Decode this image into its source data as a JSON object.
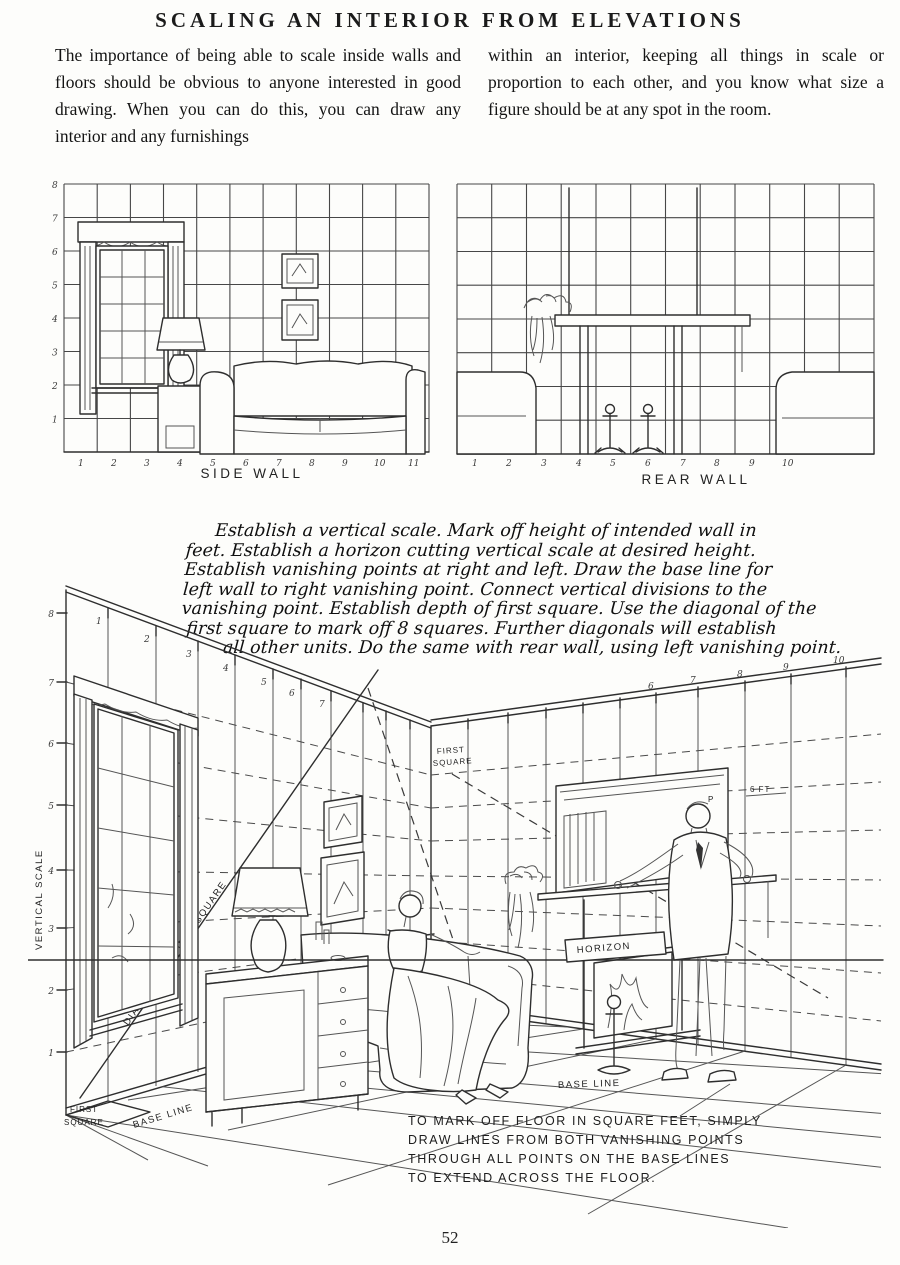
{
  "page": {
    "title": "SCALING AN INTERIOR FROM ELEVATIONS",
    "number": "52"
  },
  "intro": {
    "col_left": "The importance of being able to scale inside walls and floors should be obvious to anyone interested in good drawing. When you can do this, you can draw any interior and any furnishings",
    "col_right": "within an interior, keeping all things in scale or proportion to each other, and you know what size a figure should be at any spot in the room."
  },
  "elevations": {
    "side_wall": {
      "caption": "SIDE WALL",
      "y_ticks": [
        "8",
        "7",
        "6",
        "5",
        "4",
        "3",
        "2",
        "1"
      ],
      "x_ticks": [
        "1",
        "2",
        "3",
        "4",
        "5",
        "6",
        "7",
        "8",
        "9",
        "10",
        "11"
      ]
    },
    "rear_wall": {
      "caption": "REAR WALL",
      "x_ticks": [
        "1",
        "2",
        "3",
        "4",
        "5",
        "6",
        "7",
        "8",
        "9",
        "10"
      ]
    }
  },
  "instructions": {
    "lines": [
      "Establish a vertical scale. Mark off height of intended wall in",
      "feet. Establish a horizon cutting vertical scale at desired height.",
      "Establish vanishing points at right and left. Draw the base line for",
      "left wall to right vanishing point. Connect vertical divisions to the",
      "vanishing point. Establish depth of first square. Use the diagonal of the",
      "first square to mark off 8 squares. Further diagonals will establish",
      "all other units. Do the same with rear wall, using left vanishing point."
    ]
  },
  "perspective": {
    "vertical_scale_label": "VERTICAL SCALE",
    "vscale_ticks": [
      "8",
      "7",
      "6",
      "5",
      "4",
      "3",
      "2",
      "1"
    ],
    "left_wall_ticks": [
      "1",
      "2",
      "3",
      "4",
      "5",
      "6",
      "7"
    ],
    "rear_wall_ticks": [
      "6",
      "7",
      "8",
      "9",
      "10"
    ],
    "diagonal_label": "DIAGONAL OF FIRST SQUARE",
    "first_square_top_line1": "FIRST",
    "first_square_top_line2": "SQUARE",
    "first_square_bottom_line1": "FIRST",
    "first_square_bottom_line2": "SQUARE",
    "horizon_label": "HORIZON",
    "base_line_left": "BASE  LINE",
    "base_line_right": "BASE  LINE",
    "height_label": "6 FT",
    "corner_point_label": "P",
    "note_lines": [
      "TO MARK OFF FLOOR IN SQUARE FEET, SIMPLY",
      "DRAW LINES FROM BOTH VANISHING POINTS",
      "THROUGH ALL POINTS ON THE BASE LINES",
      "TO EXTEND ACROSS THE FLOOR."
    ]
  }
}
